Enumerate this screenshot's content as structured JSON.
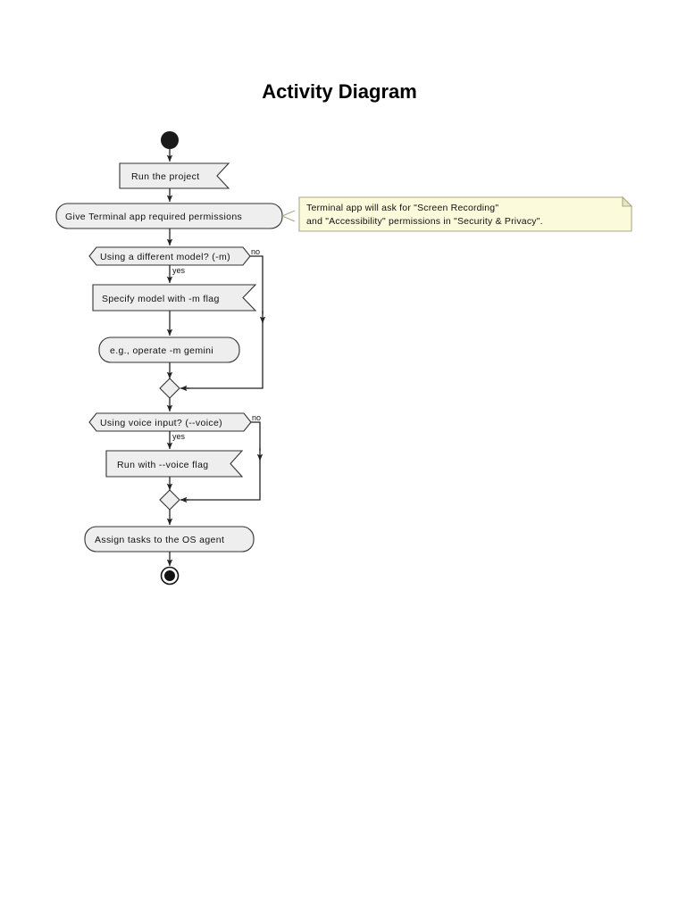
{
  "title": "Activity Diagram",
  "diagram": {
    "type": "uml-activity-diagram",
    "colors": {
      "node_fill": "#eeeeee",
      "node_stroke": "#333333",
      "note_fill": "#fbfbdb",
      "note_stroke": "#a9a987",
      "edge": "#222222",
      "start_end": "#111111",
      "canvas": "#ffffff"
    },
    "start_node": {
      "label": "start"
    },
    "end_node": {
      "label": "end"
    },
    "nodes": [
      {
        "id": "run_project",
        "shape": "flag",
        "label": "Run the project"
      },
      {
        "id": "give_permissions",
        "shape": "rounded-rect",
        "label": "Give Terminal app required permissions"
      },
      {
        "id": "decision_model",
        "shape": "hexagon",
        "label": "Using a different model? (-m)"
      },
      {
        "id": "specify_model",
        "shape": "flag",
        "label": "Specify model with -m flag"
      },
      {
        "id": "example_gemini",
        "shape": "rounded-rect",
        "label": "e.g., operate -m gemini"
      },
      {
        "id": "merge_model",
        "shape": "diamond",
        "label": ""
      },
      {
        "id": "decision_voice",
        "shape": "hexagon",
        "label": "Using voice input? (--voice)"
      },
      {
        "id": "run_voice",
        "shape": "flag",
        "label": "Run with --voice flag"
      },
      {
        "id": "merge_voice",
        "shape": "diamond",
        "label": ""
      },
      {
        "id": "assign_tasks",
        "shape": "rounded-rect",
        "label": "Assign tasks to the OS agent"
      }
    ],
    "guards": {
      "model_yes": "yes",
      "model_no": "no",
      "voice_yes": "yes",
      "voice_no": "no"
    },
    "note": {
      "line1": "Terminal app will ask for \"Screen Recording\"",
      "line2": "and \"Accessibility\" permissions in \"Security & Privacy\".",
      "attached_to": "give_permissions"
    }
  }
}
